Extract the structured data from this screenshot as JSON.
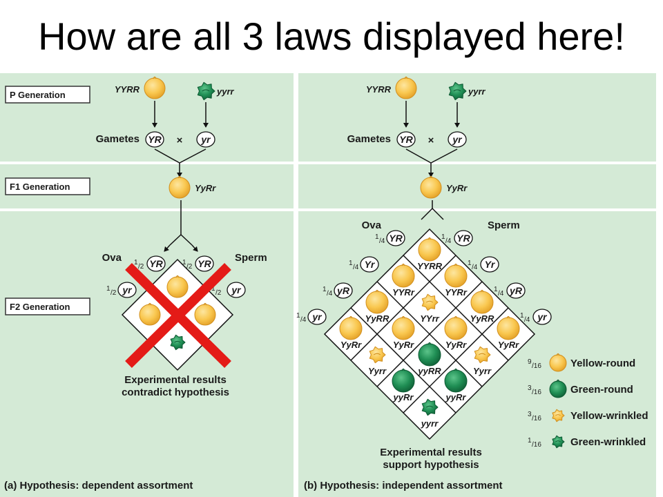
{
  "title": "How are all 3 laws displayed here!",
  "generations": {
    "p": "P Generation",
    "f1": "F1 Generation",
    "f2": "F2 Generation"
  },
  "parents": {
    "left_genotype": "YYRR",
    "right_genotype": "yyrr"
  },
  "gametes_label": "Gametes",
  "times_symbol": "×",
  "gamete_alleles": [
    "YR",
    "yr"
  ],
  "f1_genotype": "YyRr",
  "ova_label": "Ova",
  "sperm_label": "Sperm",
  "panel_a": {
    "fraction": "1/2",
    "result_line1": "Experimental results",
    "result_line2": "contradict hypothesis",
    "caption": "(a) Hypothesis: dependent assortment"
  },
  "panel_b": {
    "fraction": "1/4",
    "alleles": [
      "YR",
      "Yr",
      "yR",
      "yr"
    ],
    "grid": [
      [
        "YYRR",
        "YYRr",
        "YyRR",
        "YyRr"
      ],
      [
        "YYRr",
        "YYrr",
        "YyRr",
        "Yyrr"
      ],
      [
        "YyRR",
        "YyRr",
        "yyRR",
        "yyRr"
      ],
      [
        "YyRr",
        "Yyrr",
        "yyRr",
        "yyrr"
      ]
    ],
    "result_line1": "Experimental results",
    "result_line2": "support hypothesis",
    "caption": "(b) Hypothesis: independent assortment"
  },
  "legend": [
    {
      "fraction": "9/16",
      "label": "Yellow-round",
      "type": "yellow-round"
    },
    {
      "fraction": "3/16",
      "label": "Green-round",
      "type": "green-round"
    },
    {
      "fraction": "3/16",
      "label": "Yellow-wrinkled",
      "type": "yellow-wrinkled"
    },
    {
      "fraction": "1/16",
      "label": "Green-wrinkled",
      "type": "green-wrinkled"
    }
  ],
  "colors": {
    "panel": "#d4ead6",
    "yellow_pea": "#f9c74f",
    "green_pea": "#1f8e54",
    "cross_mark": "#e41b17"
  }
}
